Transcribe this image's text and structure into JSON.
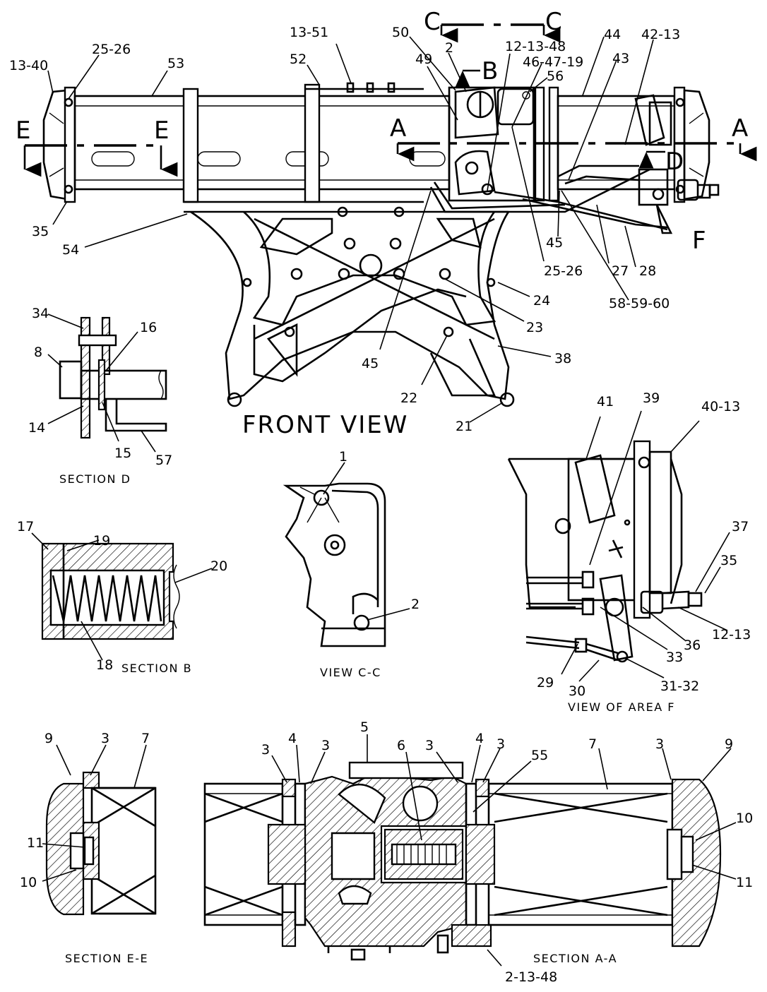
{
  "views": {
    "front_view": "FRONT VIEW",
    "section_d": "SECTION D",
    "section_b": "SECTION B",
    "view_cc": "VIEW C-C",
    "view_area_f": "VIEW OF AREA F",
    "section_ee": "SECTION E-E",
    "section_aa": "SECTION A-A"
  },
  "section_markers": {
    "c_left": "C",
    "c_right": "C",
    "e_left": "E",
    "e_right": "E",
    "a_left": "A",
    "a_right": "A",
    "b": "B",
    "d": "D",
    "f": "F"
  },
  "callouts": {
    "front": {
      "c13_40": "13-40",
      "c25_26a": "25-26",
      "c53": "53",
      "c13_51": "13-51",
      "c52": "52",
      "c50": "50",
      "c2": "2",
      "c12_13_48": "12-13-48",
      "c49": "49",
      "c46_47_19": "46-47-19",
      "c56": "56",
      "c44": "44",
      "c43": "43",
      "c42_13": "42-13",
      "c35": "35",
      "c54": "54",
      "c45a": "45",
      "c25_26b": "25-26",
      "c27": "27",
      "c28": "28",
      "c58_59_60": "58-59-60",
      "c24": "24",
      "c23": "23",
      "c38": "38",
      "c45b": "45",
      "c22": "22",
      "c21": "21"
    },
    "section_d": {
      "c34": "34",
      "c16": "16",
      "c8": "8",
      "c14": "14",
      "c15": "15",
      "c57": "57"
    },
    "section_b": {
      "c17": "17",
      "c19": "19",
      "c20": "20",
      "c18": "18"
    },
    "view_cc": {
      "c1": "1",
      "c2": "2"
    },
    "area_f": {
      "c41": "41",
      "c39": "39",
      "c40_13": "40-13",
      "c37": "37",
      "c35": "35",
      "c12_13": "12-13",
      "c36": "36",
      "c33": "33",
      "c29": "29",
      "c30": "30",
      "c31_32": "31-32"
    },
    "section_ee": {
      "c9": "9",
      "c3": "3",
      "c7": "7",
      "c11": "11",
      "c10": "10"
    },
    "section_aa": {
      "c3a": "3",
      "c4a": "4",
      "c3b": "3",
      "c5": "5",
      "c6": "6",
      "c3c": "3",
      "c4b": "4",
      "c3d": "3",
      "c55": "55",
      "c7": "7",
      "c3e": "3",
      "c9": "9",
      "c10": "10",
      "c11": "11",
      "c2_13_48": "2-13-48"
    }
  }
}
